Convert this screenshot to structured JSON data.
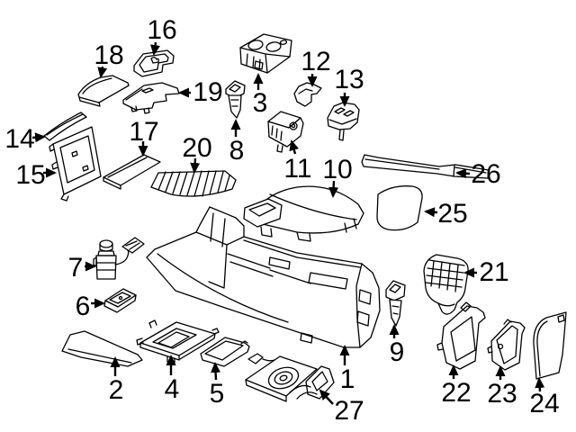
{
  "diagram": {
    "type": "exploded-parts-diagram",
    "background_color": "#ffffff",
    "line_color": "#000000",
    "parts": [
      {
        "label": "1"
      },
      {
        "label": "2"
      },
      {
        "label": "3"
      },
      {
        "label": "4"
      },
      {
        "label": "5"
      },
      {
        "label": "6"
      },
      {
        "label": "7"
      },
      {
        "label": "8"
      },
      {
        "label": "9"
      },
      {
        "label": "10"
      },
      {
        "label": "11"
      },
      {
        "label": "12"
      },
      {
        "label": "13"
      },
      {
        "label": "14"
      },
      {
        "label": "15"
      },
      {
        "label": "16"
      },
      {
        "label": "17"
      },
      {
        "label": "18"
      },
      {
        "label": "19"
      },
      {
        "label": "20"
      },
      {
        "label": "21"
      },
      {
        "label": "22"
      },
      {
        "label": "23"
      },
      {
        "label": "24"
      },
      {
        "label": "25"
      },
      {
        "label": "26"
      },
      {
        "label": "27"
      }
    ]
  }
}
